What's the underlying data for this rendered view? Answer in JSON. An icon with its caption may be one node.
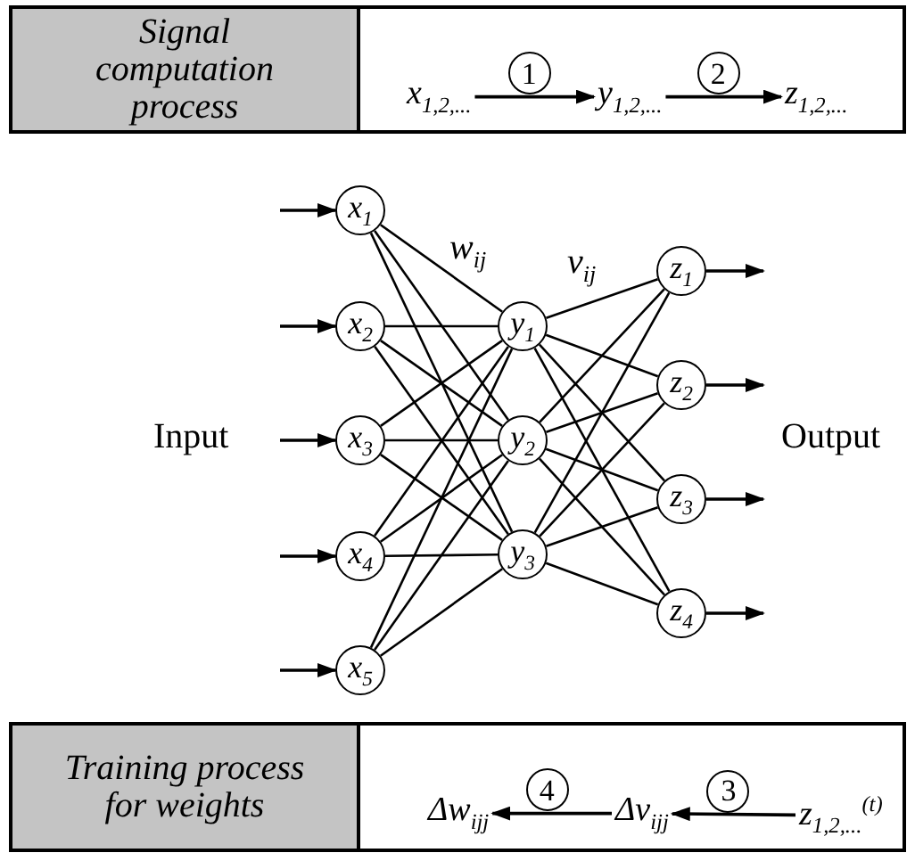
{
  "diagram": {
    "nodes": [
      {
        "text": [
          "Signal computation process"
        ]
      },
      {
        "text": [],
        "shape": "box"
      },
      {
        "text": [
          "x$_{1,2,...}$"
        ],
        "in": 1
      },
      {
        "text": [
          "y$_{1,2,...}$"
        ],
        "in": 1
      },
      {
        "text": [
          "z$_{1,2,...}$"
        ],
        "in": 1
      },
      {
        "text": [
          "x$_{1}$"
        ]
      },
      {
        "text": [
          "x$_{2}$"
        ]
      },
      {
        "text": [
          "x$_{3}$"
        ]
      },
      {
        "text": [
          "x$_{4}$"
        ]
      },
      {
        "text": [
          "x$_{5}$"
        ]
      },
      {
        "text": [
          "y$_{1}$"
        ]
      },
      {
        "text": [
          "y$_{2}$"
        ]
      },
      {
        "text": [
          "y$_{3}$"
        ]
      },
      {
        "text": [
          "z$_{1}$"
        ]
      },
      {
        "text": [
          "z$_{2}$"
        ]
      },
      {
        "text": [
          "z$_{3}$"
        ]
      },
      {
        "text": [
          "z$_{4}$"
        ]
      },
      {
        "text": [
          "Training process for weights"
        ]
      },
      {
        "text": [],
        "shape": "box"
      },
      {
        "text": [
          "Δw$_{ijj}$"
        ],
        "in": 18
      },
      {
        "text": [
          "Δv$_{ijj}$"
        ],
        "in": 18
      },
      {
        "text": [
          "z$_{1,2,...}$$^{(t)}$"
        ],
        "in": 18
      }
    ],
    "edges": [
      {
        "from": 2,
        "to": 3,
        "arrow": "to",
        "label": "1"
      },
      {
        "from": 3,
        "to": 4,
        "arrow": "to",
        "label": "2"
      },
      {
        "from": null,
        "to": 5,
        "arrow": "to"
      },
      {
        "from": null,
        "to": 6,
        "arrow": "to"
      },
      {
        "from": null,
        "to": 7,
        "arrow": "to"
      },
      {
        "from": null,
        "to": 8,
        "arrow": "to"
      },
      {
        "from": null,
        "to": 9,
        "arrow": "to"
      },
      {
        "from": 5,
        "to": 10,
        "arrow": "none"
      },
      {
        "from": 5,
        "to": 11,
        "arrow": "none"
      },
      {
        "from": 5,
        "to": 12,
        "arrow": "none"
      },
      {
        "from": 6,
        "to": 10,
        "arrow": "none"
      },
      {
        "from": 6,
        "to": 11,
        "arrow": "none"
      },
      {
        "from": 6,
        "to": 12,
        "arrow": "none"
      },
      {
        "from": 7,
        "to": 10,
        "arrow": "none"
      },
      {
        "from": 7,
        "to": 11,
        "arrow": "none"
      },
      {
        "from": 7,
        "to": 12,
        "arrow": "none"
      },
      {
        "from": 8,
        "to": 10,
        "arrow": "none"
      },
      {
        "from": 8,
        "to": 11,
        "arrow": "none"
      },
      {
        "from": 8,
        "to": 12,
        "arrow": "none"
      },
      {
        "from": 9,
        "to": 10,
        "arrow": "none"
      },
      {
        "from": 9,
        "to": 11,
        "arrow": "none"
      },
      {
        "from": 9,
        "to": 12,
        "arrow": "none"
      },
      {
        "from": 10,
        "to": 13,
        "arrow": "none"
      },
      {
        "from": 10,
        "to": 14,
        "arrow": "none"
      },
      {
        "from": 10,
        "to": 15,
        "arrow": "none"
      },
      {
        "from": 10,
        "to": 16,
        "arrow": "none"
      },
      {
        "from": 11,
        "to": 13,
        "arrow": "none"
      },
      {
        "from": 11,
        "to": 14,
        "arrow": "none"
      },
      {
        "from": 11,
        "to": 15,
        "arrow": "none"
      },
      {
        "from": 11,
        "to": 16,
        "arrow": "none"
      },
      {
        "from": 12,
        "to": 13,
        "arrow": "none"
      },
      {
        "from": 12,
        "to": 14,
        "arrow": "none"
      },
      {
        "from": 12,
        "to": 15,
        "arrow": "none"
      },
      {
        "from": 12,
        "to": 16,
        "arrow": "none"
      },
      {
        "from": 13,
        "to": null,
        "arrow": "to"
      },
      {
        "from": 14,
        "to": null,
        "arrow": "to"
      },
      {
        "from": 15,
        "to": null,
        "arrow": "to"
      },
      {
        "from": 16,
        "to": null,
        "arrow": "to"
      },
      {
        "from": 21,
        "to": 20,
        "arrow": "to",
        "label": "3"
      },
      {
        "from": 20,
        "to": 19,
        "arrow": "to",
        "label": "4"
      }
    ],
    "labels": [
      "w$_{ij}$",
      "v$_{ij}$",
      "Input",
      "Output"
    ]
  }
}
